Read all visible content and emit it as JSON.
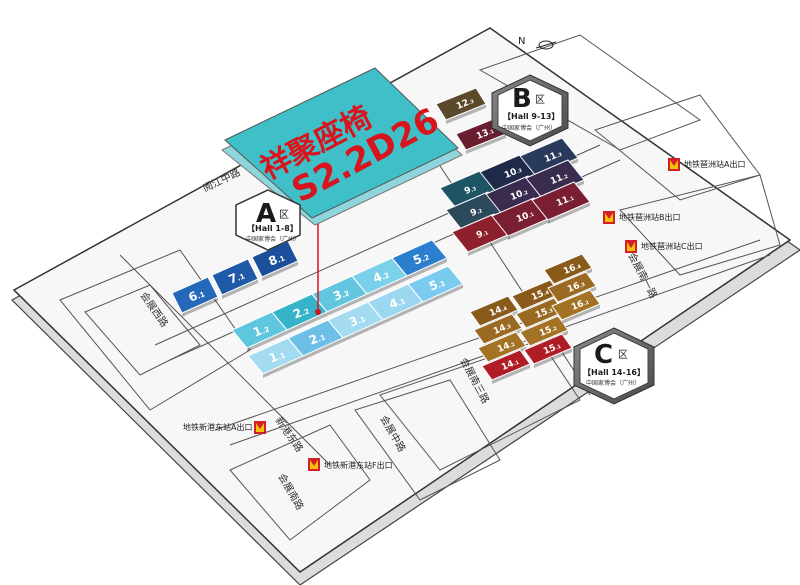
{
  "compass": {
    "label": "N"
  },
  "booth": {
    "brand": "祥聚座椅",
    "code": "S2.2D26"
  },
  "zones": [
    {
      "id": "A",
      "letter": "A",
      "qu": "区",
      "range": "【Hall 1-8】",
      "desc": "中国家博会（广州）"
    },
    {
      "id": "B",
      "letter": "B",
      "qu": "区",
      "range": "【Hall 9-13】",
      "desc": "中国家博会（广州）"
    },
    {
      "id": "C",
      "letter": "C",
      "qu": "区",
      "range": "【Hall 14-16】",
      "desc": "中国家博会（广州）"
    }
  ],
  "halls": {
    "zone_a": [
      {
        "num": "1",
        "sub": "2",
        "color": "#5ec6df"
      },
      {
        "num": "1",
        "sub": "1",
        "color": "#a3dbf1"
      },
      {
        "num": "2",
        "sub": "2",
        "color": "#35b4c9"
      },
      {
        "num": "2",
        "sub": "1",
        "color": "#6dbfe8"
      },
      {
        "num": "3",
        "sub": "2",
        "color": "#62c7de"
      },
      {
        "num": "3",
        "sub": "1",
        "color": "#a3dbf1"
      },
      {
        "num": "4",
        "sub": "2",
        "color": "#7bd0ea"
      },
      {
        "num": "4",
        "sub": "1",
        "color": "#9cd7f1"
      },
      {
        "num": "5",
        "sub": "2",
        "color": "#2c7fcf"
      },
      {
        "num": "5",
        "sub": "1",
        "color": "#7bcaf0"
      },
      {
        "num": "6",
        "sub": "1",
        "color": "#2567b8"
      },
      {
        "num": "7",
        "sub": "1",
        "color": "#1f5aa8"
      },
      {
        "num": "8",
        "sub": "1",
        "color": "#1b4f9c"
      }
    ],
    "zone_b": [
      {
        "num": "9",
        "sub": "3",
        "color": "#1d5564"
      },
      {
        "num": "9",
        "sub": "2",
        "color": "#2d4a5c"
      },
      {
        "num": "9",
        "sub": "1",
        "color": "#8e1f2d"
      },
      {
        "num": "10",
        "sub": "3",
        "color": "#1e2a47"
      },
      {
        "num": "10",
        "sub": "2",
        "color": "#3a2c4f"
      },
      {
        "num": "10",
        "sub": "1",
        "color": "#7a1f33"
      },
      {
        "num": "11",
        "sub": "3",
        "color": "#2a3a5c"
      },
      {
        "num": "11",
        "sub": "2",
        "color": "#3a2c4f"
      },
      {
        "num": "11",
        "sub": "1",
        "color": "#7a1f33"
      },
      {
        "num": "12",
        "sub": "3",
        "color": "#5a4a2a"
      },
      {
        "num": "13",
        "sub": "1",
        "color": "#6a1f30"
      }
    ],
    "zone_c": [
      {
        "num": "14",
        "sub": "4",
        "color": "#8a5a1a"
      },
      {
        "num": "14",
        "sub": "3",
        "color": "#9a6a22"
      },
      {
        "num": "14",
        "sub": "2",
        "color": "#a37224"
      },
      {
        "num": "14",
        "sub": "1",
        "color": "#b01c25"
      },
      {
        "num": "15",
        "sub": "4",
        "color": "#8a5a1a"
      },
      {
        "num": "15",
        "sub": "3",
        "color": "#9a6a22"
      },
      {
        "num": "15",
        "sub": "2",
        "color": "#a37224"
      },
      {
        "num": "15",
        "sub": "1",
        "color": "#b01c25"
      },
      {
        "num": "16",
        "sub": "4",
        "color": "#8a5a1a"
      },
      {
        "num": "16",
        "sub": "3",
        "color": "#9a6a22"
      },
      {
        "num": "16",
        "sub": "2",
        "color": "#a37224"
      }
    ]
  },
  "roads": {
    "yuejiang": "阅江中路",
    "huizhan_w": "会展西路",
    "xingang_e": "新港东路",
    "huizhan_s": "会展南路",
    "huizhan_c": "会展中路",
    "huizhan_e3": "会展南三路",
    "huizhan_e1": "会展南一路"
  },
  "metro": [
    {
      "id": "pazhou_a",
      "label": "地铁琶洲站A出口"
    },
    {
      "id": "pazhou_b",
      "label": "地铁琶洲站B出口"
    },
    {
      "id": "pazhou_c",
      "label": "地铁琶洲站C出口"
    },
    {
      "id": "xingang_a",
      "label": "地铁新港东站A出口"
    },
    {
      "id": "xingang_f",
      "label": "地铁新港东站F出口"
    }
  ],
  "colors": {
    "booth_bg": "#3fc0c9",
    "booth_text": "#d8141d",
    "hex_fill": "#6b6b6b",
    "metro_red": "#d32027",
    "metro_yellow": "#f4c20d"
  }
}
